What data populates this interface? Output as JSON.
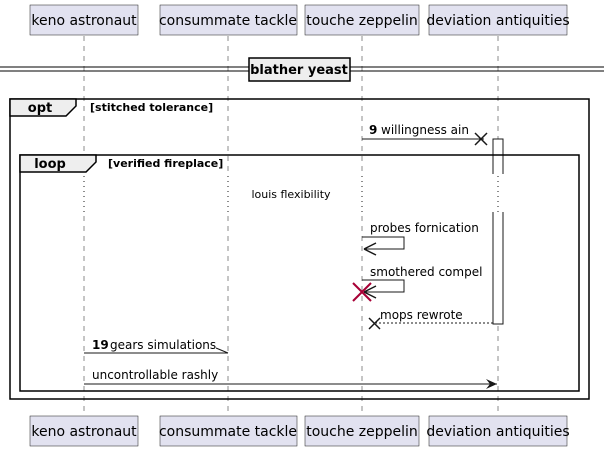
{
  "participants": [
    {
      "id": "p1",
      "name": "keno astronaut"
    },
    {
      "id": "p2",
      "name": "consummate tackle"
    },
    {
      "id": "p3",
      "name": "touche zeppelin"
    },
    {
      "id": "p4",
      "name": "deviation antiquities"
    }
  ],
  "divider": {
    "label": "blather yeast"
  },
  "frames": {
    "opt": {
      "keyword": "opt",
      "guard": "[stitched tolerance]"
    },
    "loop": {
      "keyword": "loop",
      "guard": "[verified fireplace]"
    }
  },
  "delay": {
    "label": "louis flexibility"
  },
  "messages": [
    {
      "number": "9",
      "text": "willingness ain",
      "from": "touche zeppelin",
      "to": "deviation antiquities",
      "style": "solid",
      "end": "destroy"
    },
    {
      "number": "",
      "text": "probes fornication",
      "from": "touche zeppelin",
      "to": "touche zeppelin",
      "style": "solid",
      "end": "arrow"
    },
    {
      "number": "",
      "text": "smothered compel",
      "from": "touche zeppelin",
      "to": "touche zeppelin",
      "style": "solid",
      "end": "arrow"
    },
    {
      "number": "",
      "text": "mops rewrote",
      "from": "deviation antiquities",
      "to": "touche zeppelin",
      "style": "dashed",
      "end": "destroy"
    },
    {
      "number": "19",
      "text": "gears simulations",
      "from": "keno astronaut",
      "to": "consummate tackle",
      "style": "solid",
      "end": "half-arrow"
    },
    {
      "number": "",
      "text": "uncontrollable rashly",
      "from": "keno astronaut",
      "to": "deviation antiquities",
      "style": "solid",
      "end": "arrow"
    }
  ],
  "colors": {
    "participant_fill": "#e2e2f0",
    "destroy_red": "#a80036",
    "frame_tab": "#eeeeee"
  }
}
